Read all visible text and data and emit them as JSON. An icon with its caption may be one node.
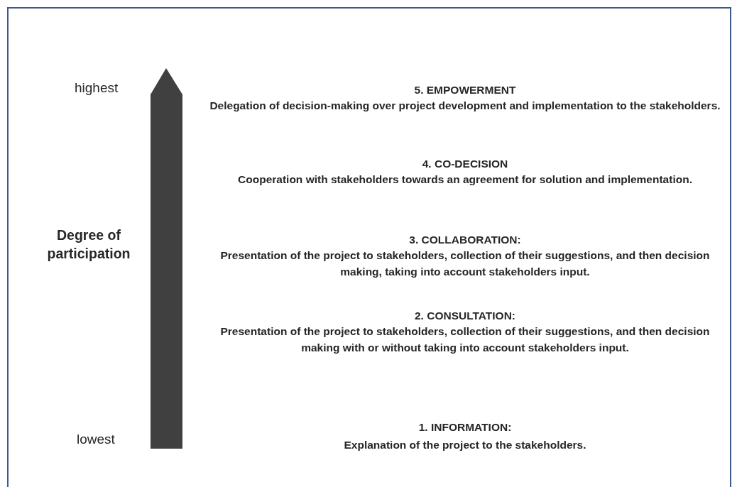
{
  "diagram": {
    "labels": [
      "highest",
      "5. EMPOWERMENT",
      "Delegation of decision-making over project development and implementation to the stakeholders.",
      "4. CO-DECISION",
      "Cooperation with stakeholders towards an agreement for solution and implementation.",
      "Degree of participation",
      "3. COLLABORATION:",
      "Presentation of the project to stakeholders, collection of their suggestions, and then decision making, taking into account stakeholders input.",
      "2. CONSULTATION:",
      "Presentation of the project to stakeholders, collection of their suggestions, and then decision making with or without taking into account stakeholders input.",
      "1. INFORMATION:",
      "Explanation of the project to the stakeholders.",
      "lowest"
    ]
  }
}
